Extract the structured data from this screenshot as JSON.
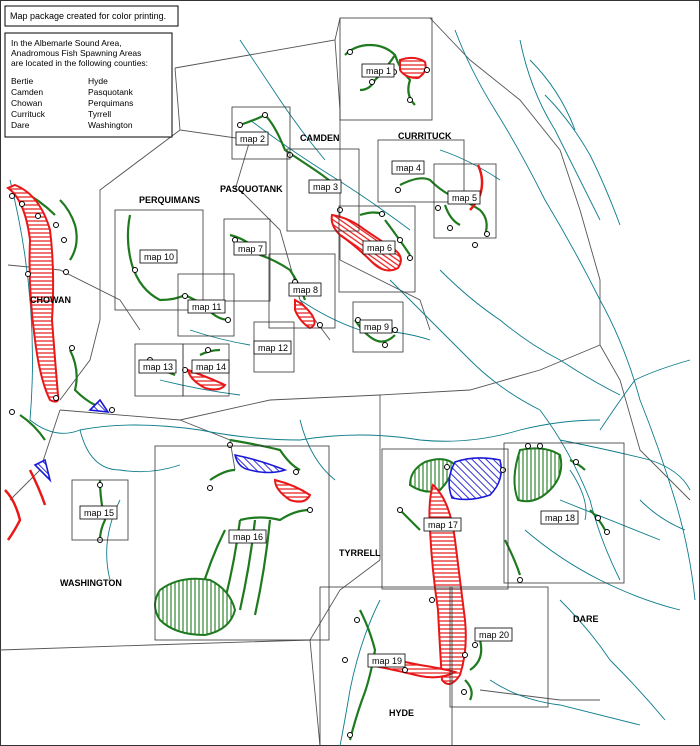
{
  "header_note": "Map package created for color printing.",
  "legend": {
    "intro": [
      "In the Albemarle Sound Area,",
      "Anadromous Fish Spawning Areas",
      "are located in the following counties:"
    ],
    "counties_left": [
      "Bertie",
      "Camden",
      "Chowan",
      "Currituck",
      "Dare"
    ],
    "counties_right": [
      "Hyde",
      "Pasquotank",
      "Perquimans",
      "Tyrrell",
      "Washington"
    ]
  },
  "county_labels": [
    "CAMDEN",
    "CURRITUCK",
    "PERQUIMANS",
    "PASQUOTANK",
    "CHOWAN",
    "TYRRELL",
    "WASHINGTON",
    "DARE",
    "HYDE"
  ],
  "map_labels": [
    "map 1",
    "map 2",
    "map 3",
    "map 4",
    "map 5",
    "map 6",
    "map 7",
    "map 8",
    "map 9",
    "map 10",
    "map 11",
    "map 12",
    "map 13",
    "map 14",
    "map 15",
    "map 16",
    "map 17",
    "map 18",
    "map 19",
    "map 20"
  ],
  "colors": {
    "county_line": "#555555",
    "water_line": "#0e7c8c",
    "stream": "#1f7a1f",
    "spawning_red": "#e81818",
    "spawning_blue": "#1a1ad6",
    "frame": "#333333"
  }
}
